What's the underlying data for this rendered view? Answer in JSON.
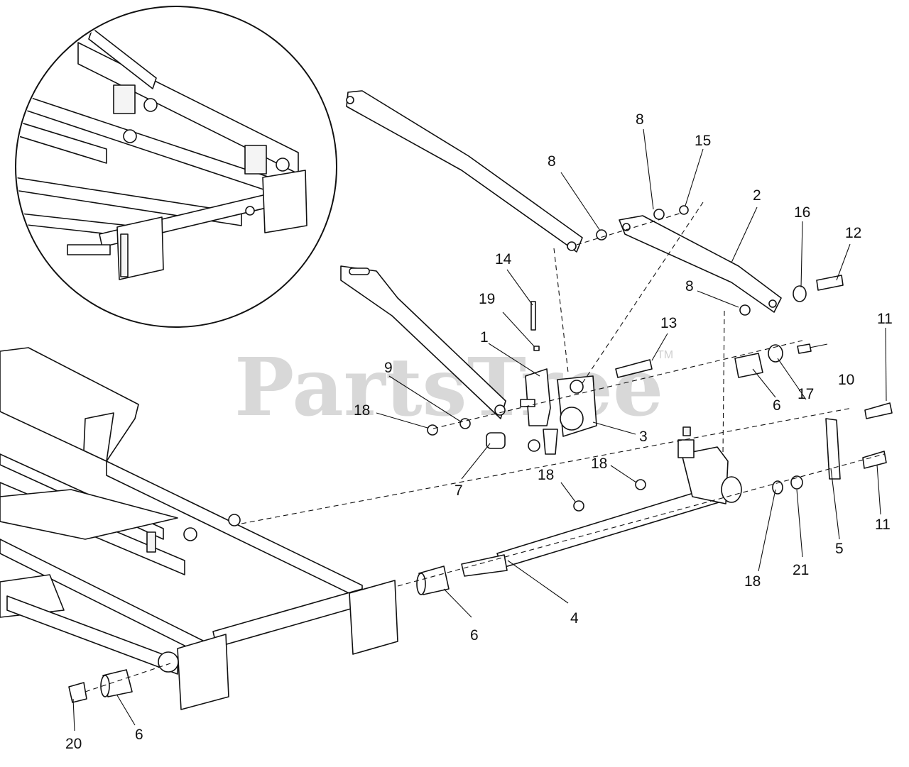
{
  "watermark": {
    "text": "PartsTree",
    "trademark": "TM"
  },
  "callouts": [
    {
      "id": "c1",
      "label": "1"
    },
    {
      "id": "c2",
      "label": "2"
    },
    {
      "id": "c3",
      "label": "3"
    },
    {
      "id": "c4",
      "label": "4"
    },
    {
      "id": "c5",
      "label": "5"
    },
    {
      "id": "c6a",
      "label": "6"
    },
    {
      "id": "c6b",
      "label": "6"
    },
    {
      "id": "c6c",
      "label": "6"
    },
    {
      "id": "c7",
      "label": "7"
    },
    {
      "id": "c8a",
      "label": "8"
    },
    {
      "id": "c8b",
      "label": "8"
    },
    {
      "id": "c8c",
      "label": "8"
    },
    {
      "id": "c9",
      "label": "9"
    },
    {
      "id": "c10",
      "label": "10"
    },
    {
      "id": "c11a",
      "label": "11"
    },
    {
      "id": "c11b",
      "label": "11"
    },
    {
      "id": "c12",
      "label": "12"
    },
    {
      "id": "c13",
      "label": "13"
    },
    {
      "id": "c14",
      "label": "14"
    },
    {
      "id": "c15",
      "label": "15"
    },
    {
      "id": "c16",
      "label": "16"
    },
    {
      "id": "c17",
      "label": "17"
    },
    {
      "id": "c18a",
      "label": "18"
    },
    {
      "id": "c18b",
      "label": "18"
    },
    {
      "id": "c18c",
      "label": "18"
    },
    {
      "id": "c18d",
      "label": "18"
    },
    {
      "id": "c19",
      "label": "19"
    },
    {
      "id": "c20",
      "label": "20"
    },
    {
      "id": "c21",
      "label": "21"
    }
  ]
}
